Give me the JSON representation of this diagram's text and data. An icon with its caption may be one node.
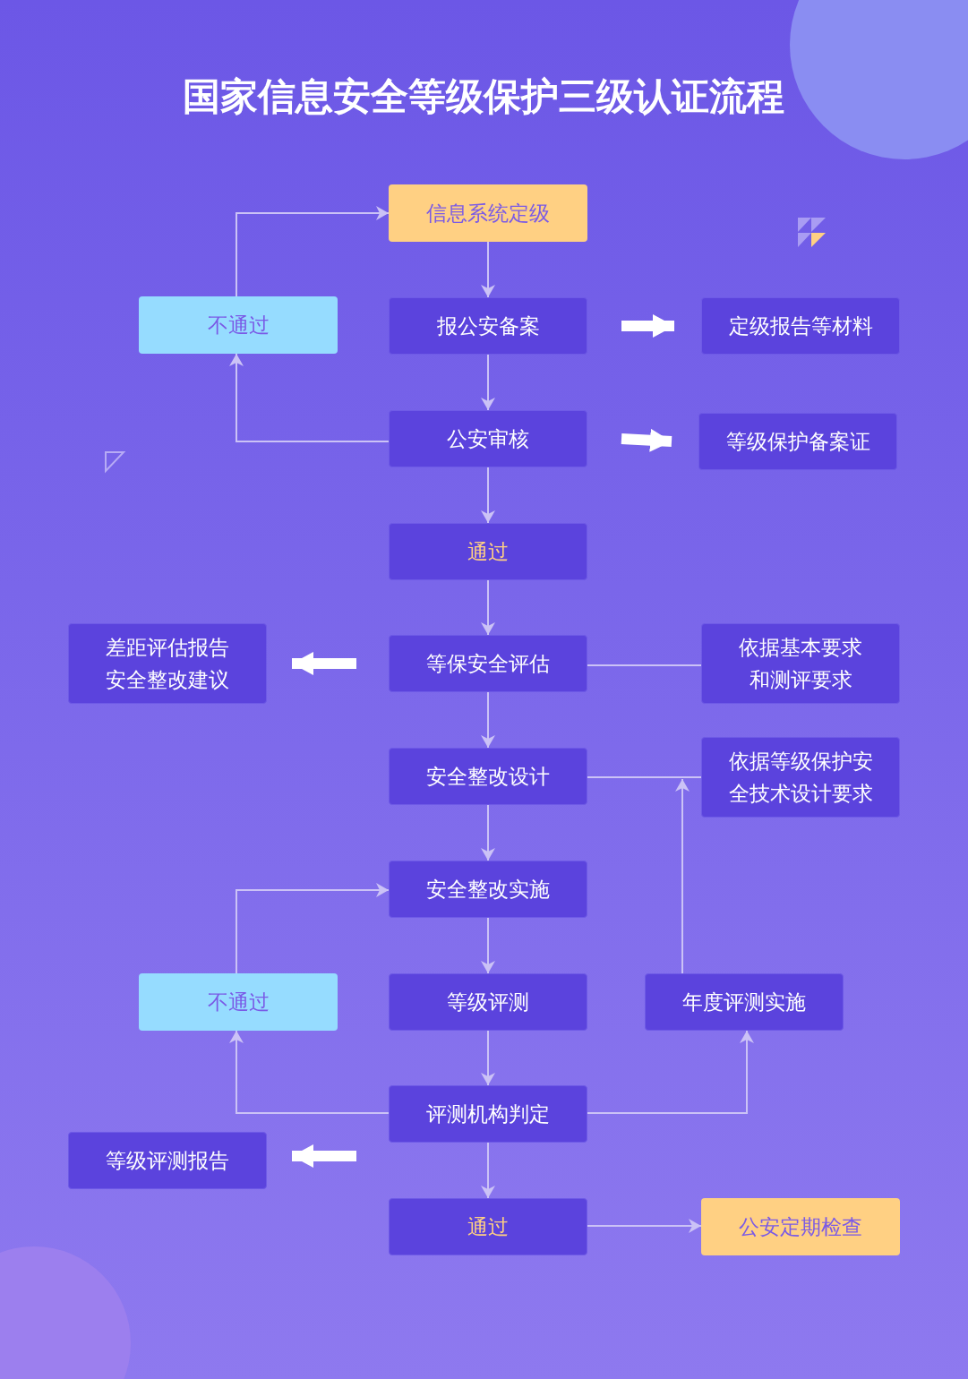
{
  "diagram": {
    "title": "国家信息安全等级保护三级认证流程",
    "nodes": [
      {
        "text": [
          "信息系统定级"
        ]
      },
      {
        "text": [
          "不通过"
        ]
      },
      {
        "text": [
          "报公安备案"
        ]
      },
      {
        "text": [
          "定级报告等材料"
        ]
      },
      {
        "text": [
          "公安审核"
        ]
      },
      {
        "text": [
          "等级保护备案证"
        ]
      },
      {
        "text": [
          "通过"
        ]
      },
      {
        "text": [
          "差距评估报告",
          "安全整改建议"
        ]
      },
      {
        "text": [
          "等保安全评估"
        ]
      },
      {
        "text": [
          "依据基本要求和测评要求"
        ]
      },
      {
        "text": [
          "安全整改设计"
        ]
      },
      {
        "text": [
          "依据等级保护安全技术设计要求"
        ]
      },
      {
        "text": [
          "安全整改实施"
        ]
      },
      {
        "text": [
          "不通过"
        ]
      },
      {
        "text": [
          "等级评测"
        ]
      },
      {
        "text": [
          "年度评测实施"
        ]
      },
      {
        "text": [
          "评测机构判定"
        ]
      },
      {
        "text": [
          "等级评测报告"
        ]
      },
      {
        "text": [
          "通过"
        ]
      },
      {
        "text": [
          "公安定期检查"
        ]
      }
    ],
    "edges": [
      {
        "from": 0,
        "to": 2,
        "arrow": "to"
      },
      {
        "from": 2,
        "to": 4,
        "arrow": "to"
      },
      {
        "from": 4,
        "to": 1,
        "arrow": "to"
      },
      {
        "from": 1,
        "to": 0,
        "arrow": "to"
      },
      {
        "from": 2,
        "to": 3,
        "arrow": "to",
        "style": "thick",
        "color": "#ffffff"
      },
      {
        "from": 4,
        "to": 5,
        "arrow": "to",
        "style": "thick",
        "color": "#ffffff"
      },
      {
        "from": 4,
        "to": 6,
        "arrow": "to"
      },
      {
        "from": 6,
        "to": 8,
        "arrow": "to"
      },
      {
        "from": 8,
        "to": 7,
        "arrow": "to",
        "style": "thick",
        "color": "#ffffff"
      },
      {
        "from": 8,
        "to": 9,
        "arrow": "none"
      },
      {
        "from": 8,
        "to": 10,
        "arrow": "to"
      },
      {
        "from": 10,
        "to": 11,
        "arrow": "none"
      },
      {
        "from": 15,
        "to": 11,
        "arrow": "to"
      },
      {
        "from": 10,
        "to": 12,
        "arrow": "to"
      },
      {
        "from": 12,
        "to": 14,
        "arrow": "to"
      },
      {
        "from": 14,
        "to": 16,
        "arrow": "to"
      },
      {
        "from": 16,
        "to": 13,
        "arrow": "to"
      },
      {
        "from": 13,
        "to": 12,
        "arrow": "to"
      },
      {
        "from": 16,
        "to": 15,
        "arrow": "to"
      },
      {
        "from": 16,
        "to": 17,
        "arrow": "to",
        "style": "thick",
        "color": "#ffffff"
      },
      {
        "from": 16,
        "to": 18,
        "arrow": "to"
      },
      {
        "from": 18,
        "to": 19,
        "arrow": "to"
      }
    ]
  }
}
